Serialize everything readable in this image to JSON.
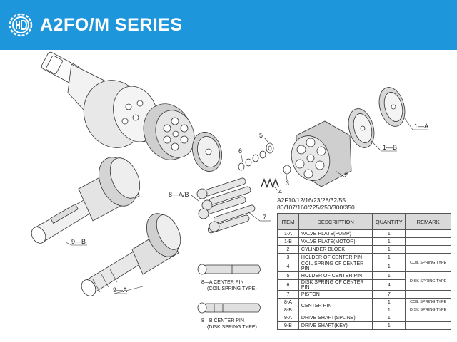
{
  "header": {
    "title": "A2FO/M SERIES",
    "bg_color": "#1e96dc",
    "logo_icon": "hd-logo-icon"
  },
  "callouts": {
    "c1a": "1—A",
    "c1b": "1—B",
    "c2": "2",
    "c3": "3",
    "c4": "4",
    "c5": "5",
    "c6": "6",
    "c7": "7",
    "c8": "8—A/B",
    "c9a": "9—A",
    "c9b": "9—B"
  },
  "notes": {
    "pin_a_line1": "8—A CENTER PIN",
    "pin_a_line2": "(COIL SPRING TYPE)",
    "pin_b_line1": "8—B CENTER PIN",
    "pin_b_line2": "(DISK SPRING TYPE)"
  },
  "models": {
    "line1": "A2F10/12/16/23/28/32/55",
    "line2": "80/107/160/225/250/300/350"
  },
  "table": {
    "headers": {
      "item": "ITEM",
      "description": "DESCRIPTION",
      "quantity": "QUANTITY",
      "remark": "REMARK"
    },
    "rows": [
      {
        "item": "1-A",
        "description": "VALVE PLATE(PUMP)",
        "quantity": "1"
      },
      {
        "item": "1-B",
        "description": "VALVE PLATE(MOTOR)",
        "quantity": "1"
      },
      {
        "item": "2",
        "description": "CYLINDER BLOCK",
        "quantity": "1"
      },
      {
        "item": "3",
        "description": "HOLDER OF CENTER PIN",
        "quantity": "1"
      },
      {
        "item": "4",
        "description": "COIL SPRING OF CENTER PIN",
        "quantity": "1"
      },
      {
        "item": "5",
        "description": "HOLDER OF CENTER PIN",
        "quantity": "1"
      },
      {
        "item": "6",
        "description": "DISK SPRING OF CENTER PIN",
        "quantity": "4"
      },
      {
        "item": "7",
        "description": "PISTON",
        "quantity": "7"
      },
      {
        "item": "8-A",
        "description": "CENTER PIN",
        "quantity": "1"
      },
      {
        "item": "8-B",
        "description": "",
        "quantity": "1"
      },
      {
        "item": "9-A",
        "description": "DRIVE SHAFT(SPLINE)",
        "quantity": "1"
      },
      {
        "item": "9-B",
        "description": "DRIVE SHAFT(KEY)",
        "quantity": "1"
      }
    ],
    "remarks": {
      "coil": "COIL SPRING TYPE",
      "disk": "DISK SPRING TYPE",
      "pin_a": "COIL SPRING TYPE",
      "pin_b": "DISK SPRING TYPE"
    }
  }
}
